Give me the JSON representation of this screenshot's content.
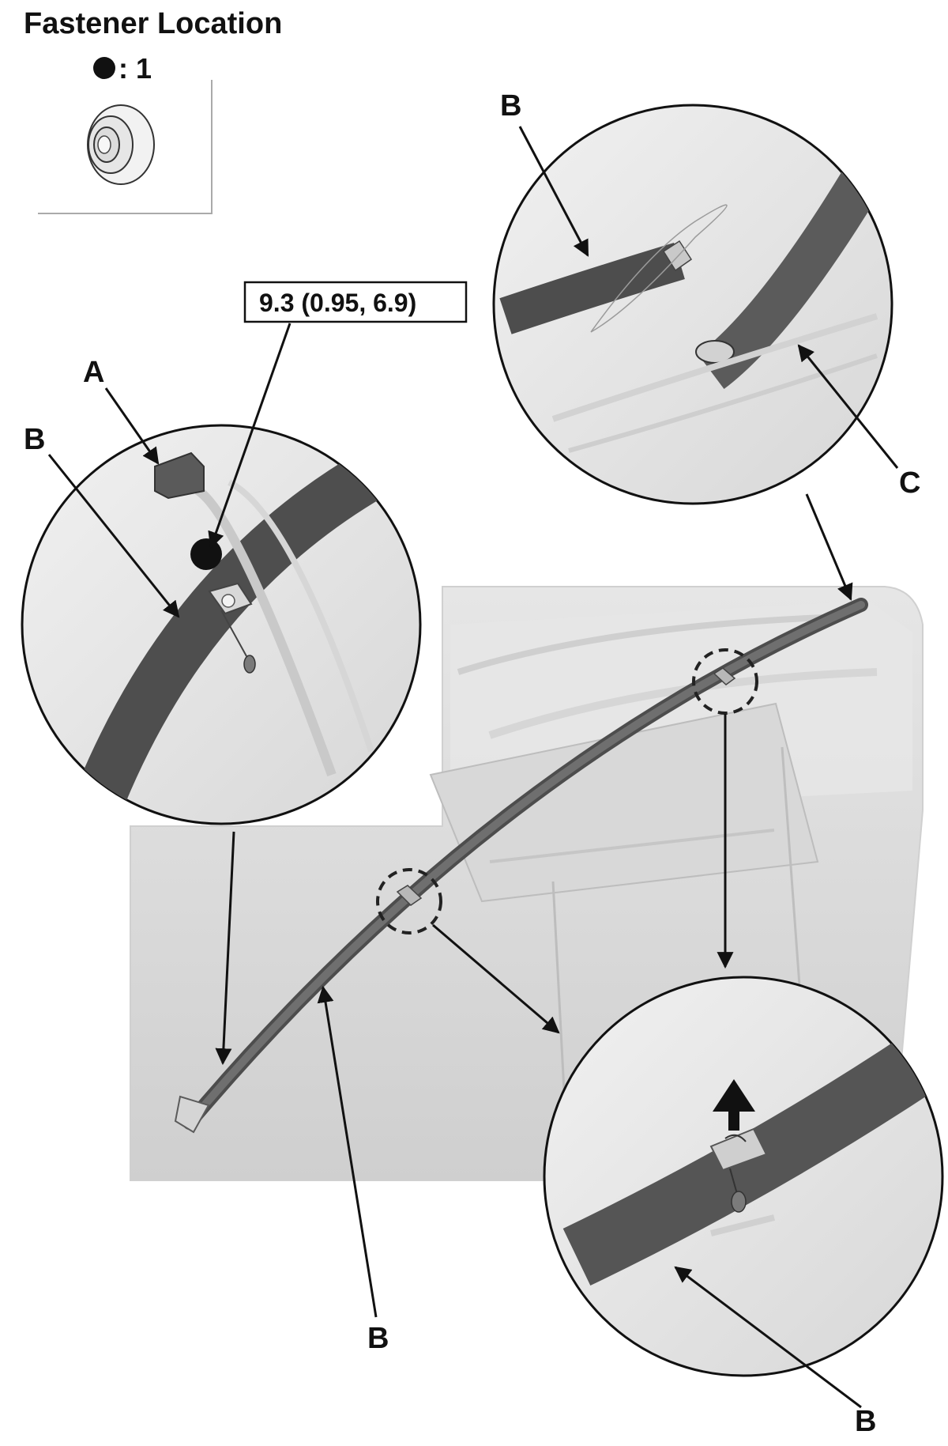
{
  "header": {
    "title": "Fastener Location",
    "legend_symbol": "filled-circle-icon",
    "legend_value": ": 1",
    "legend_item": "flange-nut-icon"
  },
  "torque_spec": {
    "label": "9.3 (0.95, 6.9)"
  },
  "callouts": {
    "a": "A",
    "b": "B",
    "c": "C"
  },
  "colors": {
    "line": "#111111",
    "trim": "#6f6f6f",
    "trim_dark": "#4d4d4d",
    "body": "#d9d9d9",
    "body_light": "#ececec",
    "background": "#ffffff"
  }
}
